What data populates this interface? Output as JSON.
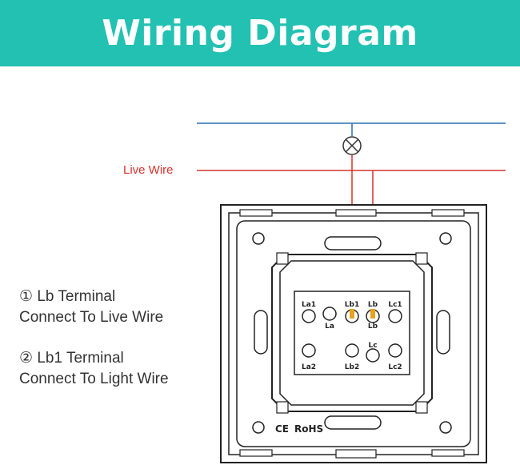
{
  "header": {
    "title": "Wiring Diagram"
  },
  "wires": {
    "live_label": "Live Wire"
  },
  "instructions": [
    {
      "number": "①",
      "line1": "Lb Terminal",
      "line2": "Connect To Live Wire"
    },
    {
      "number": "②",
      "line1": "Lb1 Terminal",
      "line2": "Connect To Light Wire"
    }
  ],
  "terminals": {
    "la1": "La1",
    "lb1": "Lb1",
    "lb_top": "Lb",
    "lc1": "Lc1",
    "la": "La",
    "lb": "Lb",
    "lc": "Lc",
    "la2": "La2",
    "lb2": "Lb2",
    "lc2": "Lc2"
  },
  "certification": {
    "ce": "CE",
    "rohs": "RoHS"
  },
  "colors": {
    "banner": "#22c1b2",
    "neutral_wire": "#2f6fb3",
    "live_wire": "#d6322c",
    "terminal_highlight": "#e8a21c"
  }
}
